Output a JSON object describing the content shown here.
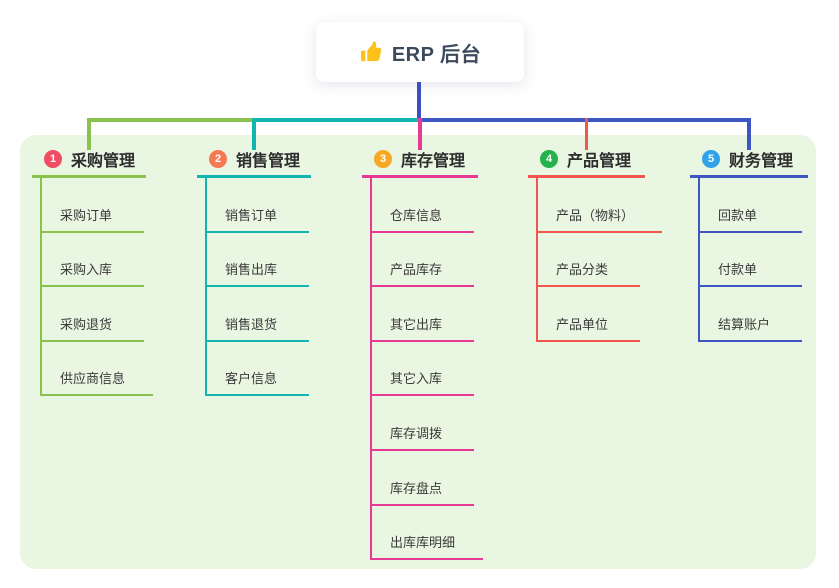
{
  "root": {
    "label": "ERP 后台",
    "icon": "thumbs-up-icon"
  },
  "branches": [
    {
      "badge": "1",
      "label": "采购管理",
      "badge_color": "#ef4e63",
      "line_color": "#8ac24e",
      "children": [
        "采购订单",
        "采购入库",
        "采购退货",
        "供应商信息"
      ]
    },
    {
      "badge": "2",
      "label": "销售管理",
      "badge_color": "#f57a52",
      "line_color": "#13b5b1",
      "children": [
        "销售订单",
        "销售出库",
        "销售退货",
        "客户信息"
      ]
    },
    {
      "badge": "3",
      "label": "库存管理",
      "badge_color": "#f9a825",
      "line_color": "#e63a94",
      "children": [
        "仓库信息",
        "产品库存",
        "其它出库",
        "其它入库",
        "库存调拨",
        "库存盘点",
        "出库库明细"
      ]
    },
    {
      "badge": "4",
      "label": "产品管理",
      "badge_color": "#24b24b",
      "line_color": "#f2564f",
      "children": [
        "产品（物料）",
        "产品分类",
        "产品单位"
      ]
    },
    {
      "badge": "5",
      "label": "财务管理",
      "badge_color": "#31a1ea",
      "line_color": "#3e55c4",
      "children": [
        "回款单",
        "付款单",
        "结算账户"
      ]
    }
  ],
  "colors": {
    "panel_bg": "#e9f6e2",
    "stem": "#3c4ec0",
    "root_text": "#3b4a5a",
    "icon_yellow": "#fcc21b"
  }
}
